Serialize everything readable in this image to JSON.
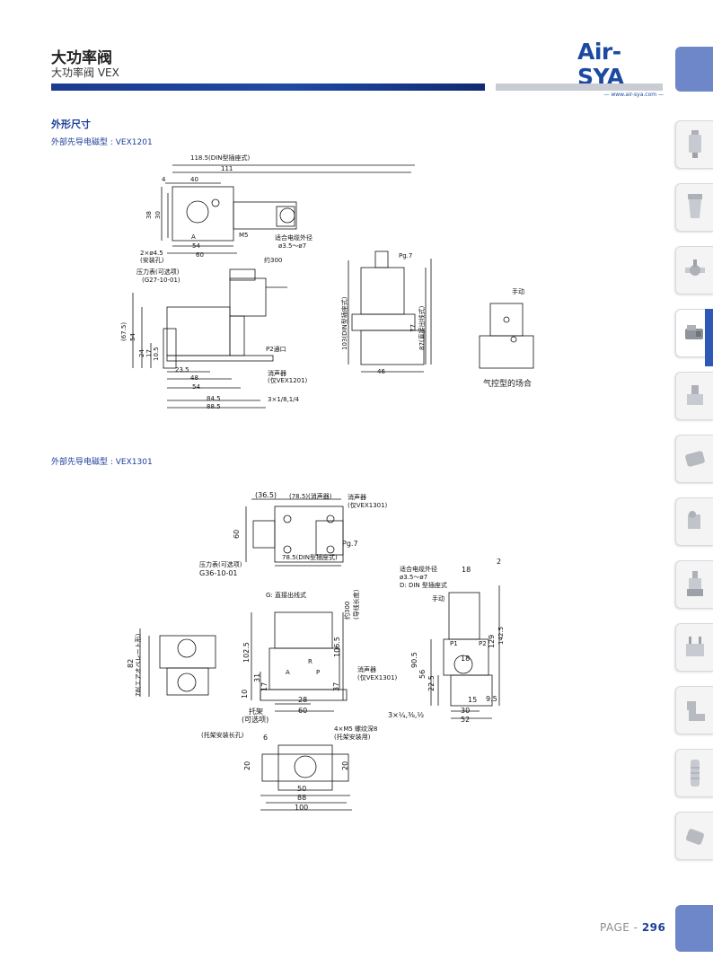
{
  "header": {
    "title": "大功率阀",
    "subtitle": "大功率阀 VEX",
    "logo_text": "Air-SYA",
    "logo_url": "— www.air-sya.com —"
  },
  "section": {
    "title": "外形尺寸",
    "sub1": "外部先导电磁型 : VEX1201",
    "sub2": "外部先导电磁型 : VEX1301"
  },
  "fig1": {
    "d_top1": "118.5(DIN型插座式)",
    "d_top2": "111",
    "d_4": "4",
    "d_40": "40",
    "d_38": "38",
    "d_30": "30",
    "d_M5": "M5",
    "d_cable": "适合电缆外径",
    "d_cable_range": "ø3.5～ø7",
    "d_A": "A",
    "d_54": "54",
    "d_60": "60",
    "d_hole": "2×ø4.5",
    "d_hole_note": "(安装孔)",
    "d_gauge": "压力表(可选项)",
    "d_gauge_model": "(G27-10-01)",
    "d_approx300": "约300",
    "d_67_5": "(67.5)",
    "d_54v": "54",
    "d_24": "24",
    "d_17": "17",
    "d_10_5": "10.5",
    "d_P2": "P2通口",
    "d_23_5": "23.5",
    "d_48": "48",
    "d_54b": "54",
    "d_84_5": "84.5",
    "d_88_5": "88.5",
    "d_silencer": "消声器",
    "d_silencer_note": "(仅VEX1201)",
    "d_port": "3×1/8,1/4",
    "d_pg7": "Pg.7",
    "d_103": "103(DIN型插座式)",
    "d_77": "77",
    "d_87": "87(直接出线式)",
    "d_46": "46",
    "d_manual": "手动",
    "d_air_case": "气控型的场合"
  },
  "fig2": {
    "d_36_5": "(36.5)",
    "d_78_5a": "(78.5)(消声器)",
    "d_silencer": "消声器",
    "d_silencer_note": "(仅VEX1301)",
    "d_60v": "60",
    "d_pg7": "Pg.7",
    "d_78_5b": "78.5(DIN型插座式)",
    "d_gauge": "压力表(可选项)",
    "d_gauge_model": "G36-10-01",
    "d_cable": "适合电缆外径",
    "d_cable_range": "ø3.5～ø7",
    "d_din": "D: DIN 型插座式",
    "d_18": "18",
    "d_2": "2",
    "d_manual": "手动",
    "d_G": "G: 直接出线式",
    "d_approx300": "约300",
    "d_lead": "(导线长度)",
    "d_82": "82",
    "d_78_air": "78(エアオペレート形)",
    "d_102_5": "102.5",
    "d_106_5": "106.5",
    "d_R": "R",
    "d_A": "A",
    "d_P": "P",
    "d_37": "37",
    "d_31": "31",
    "d_17": "17",
    "d_10": "10",
    "d_28": "28",
    "d_60": "60",
    "d_bracket": "托架",
    "d_bracket_opt": "(可选项)",
    "d_90_5": "90.5",
    "d_56": "56",
    "d_22_5": "22.5",
    "d_129": "129",
    "d_142_5": "142.5",
    "d_18b": "18",
    "d_P1": "P1",
    "d_P2": "P2",
    "d_15": "15",
    "d_9_5": "9.5",
    "d_30": "30",
    "d_52": "52",
    "d_ports": "3×¼,⅜,½",
    "d_slot": "(托架安装长孔)",
    "d_6": "6",
    "d_screw": "4×M5  螺纹深8",
    "d_screw_note": "(托架安装用)",
    "d_20a": "20",
    "d_20b": "20",
    "d_50": "50",
    "d_88": "88",
    "d_100": "100"
  },
  "footer": {
    "page_prefix": "PAGE -",
    "page_number": "296"
  },
  "colors": {
    "brand": "#1c4aa0",
    "accent_tab": "#6d87c8",
    "gray_bar": "#c9ccd2"
  }
}
